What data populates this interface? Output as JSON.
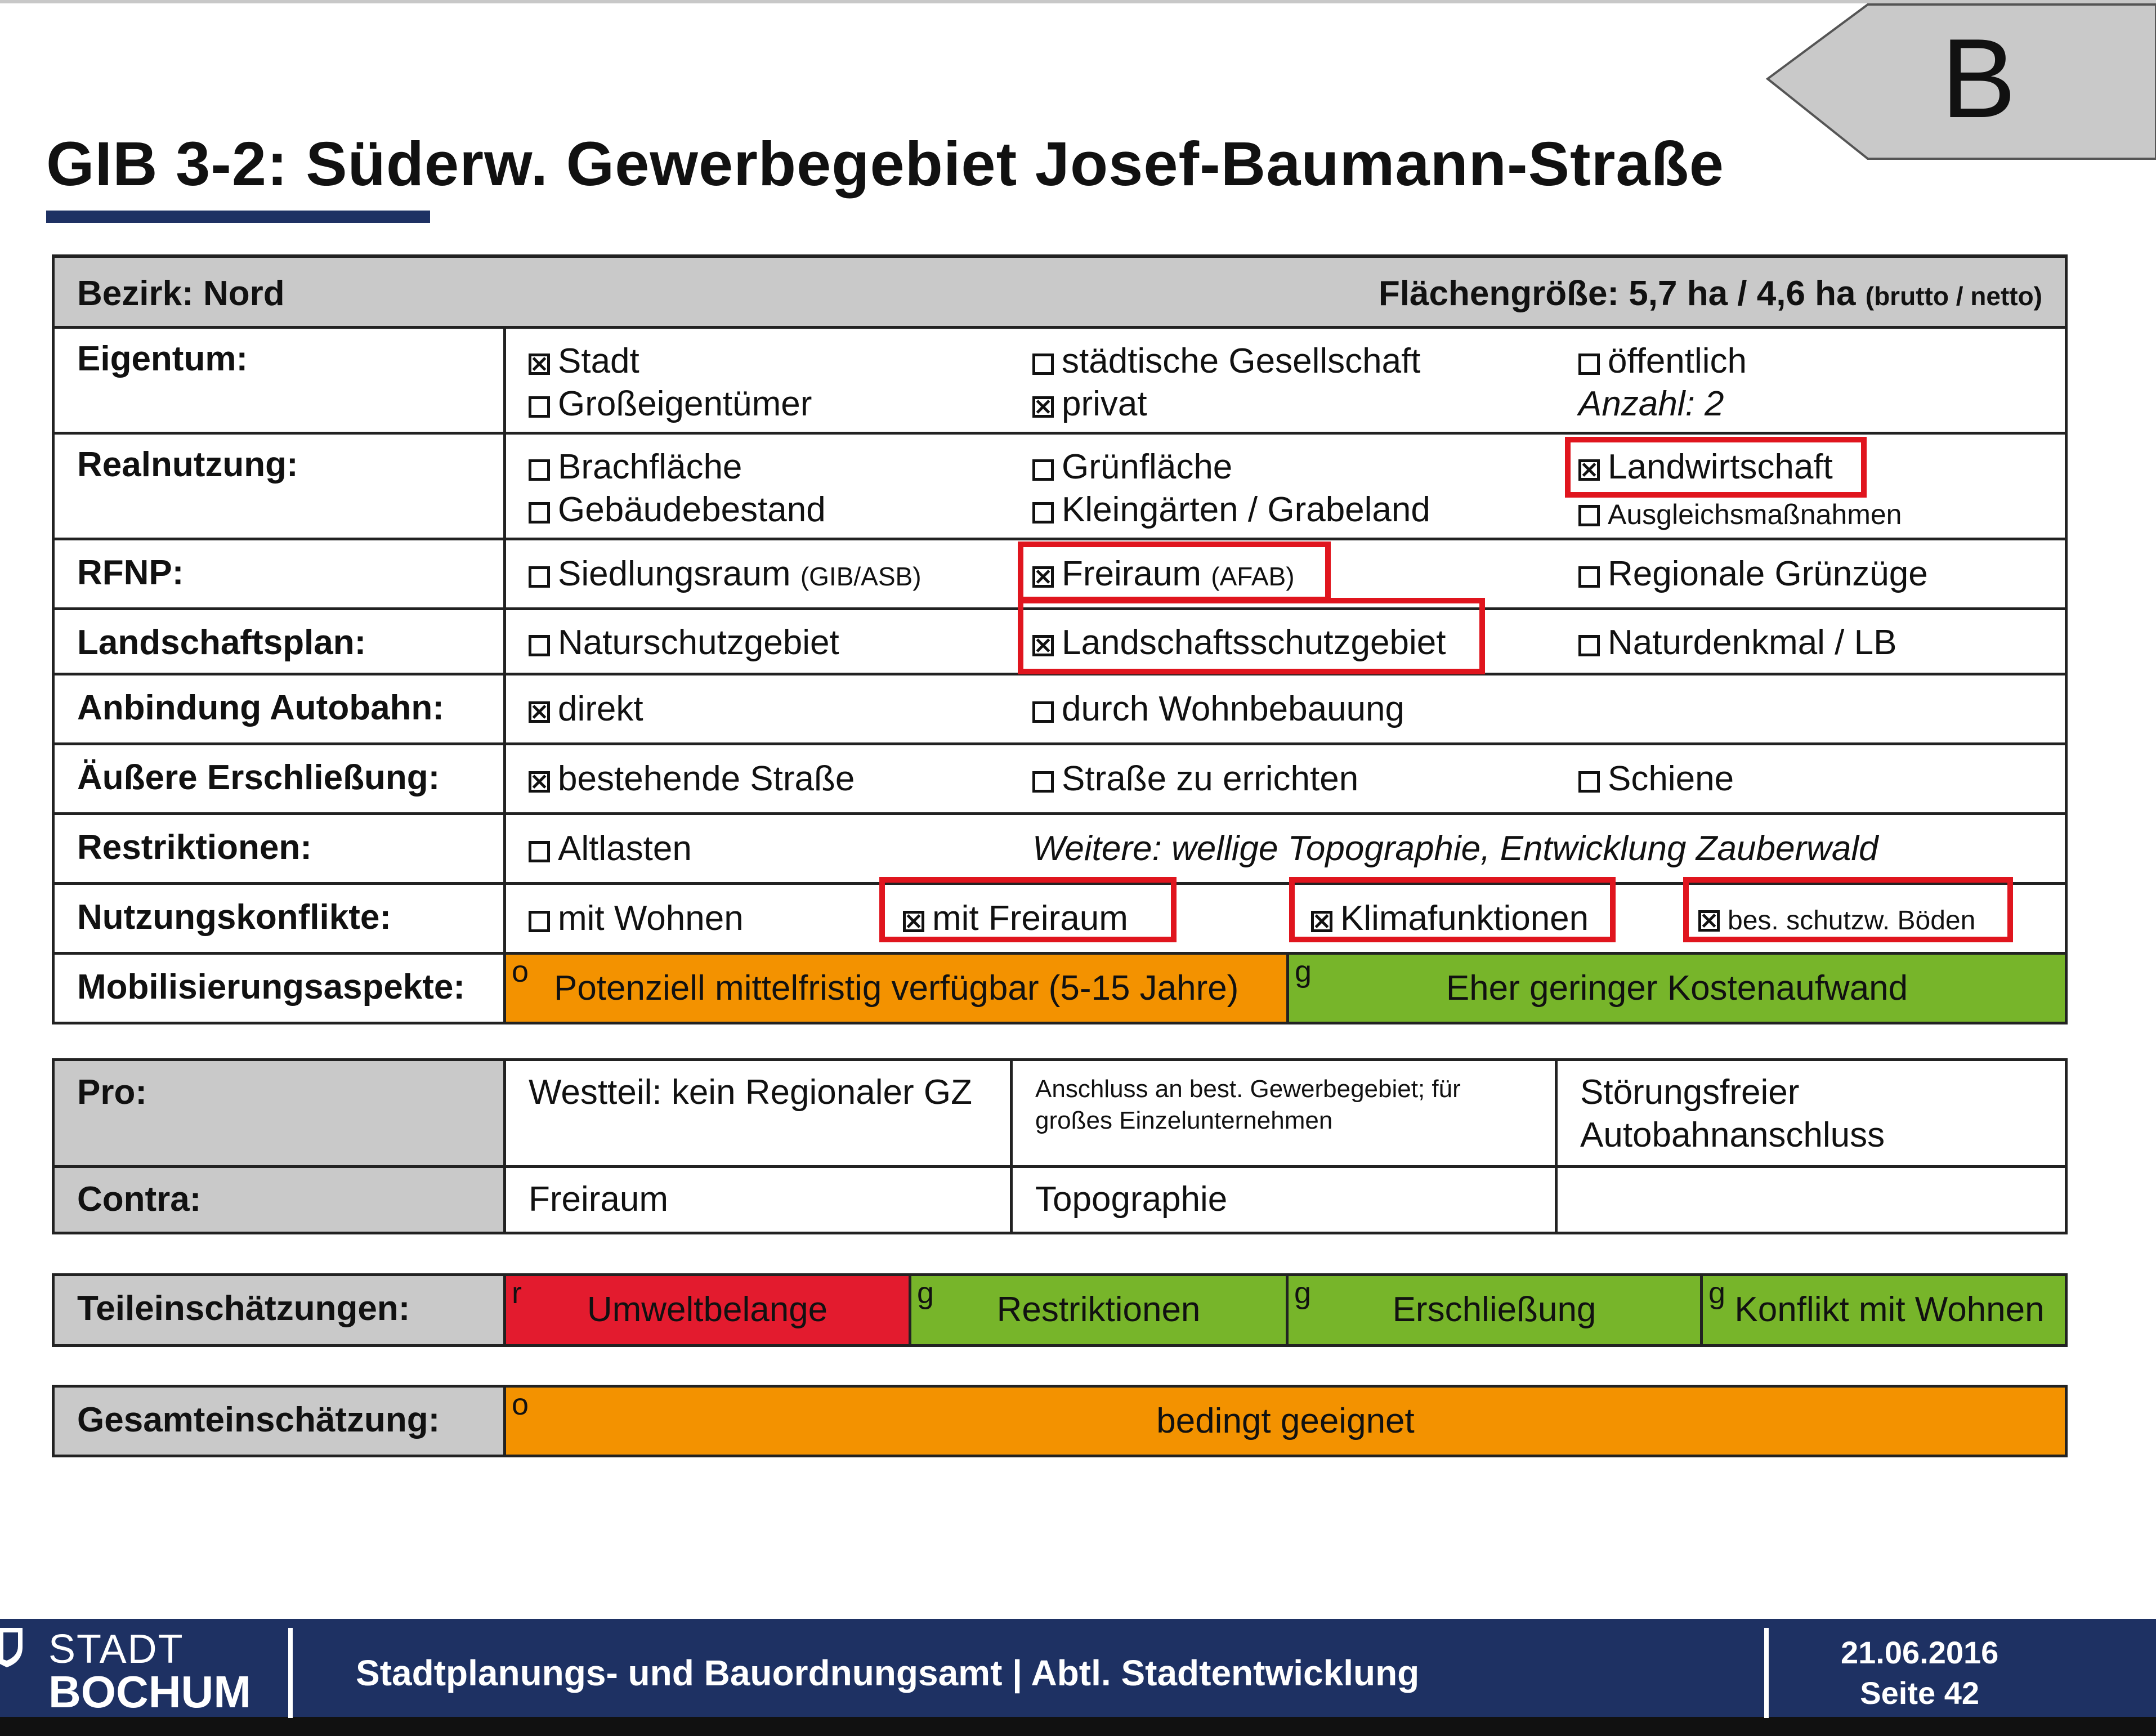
{
  "badge": "B",
  "title": "GIB 3-2: Süderw. Gewerbegebiet Josef-Baumann-Straße",
  "header": {
    "bezirk": "Bezirk: Nord",
    "flaeche": "Flächengröße: 5,7 ha / 4,6 ha",
    "flaeche_unit": "(brutto / netto)"
  },
  "eigentum": {
    "label": "Eigentum:",
    "stadt": "Stadt",
    "grosseigentuemer": "Großeigentümer",
    "staedtische": "städtische Gesellschaft",
    "privat": "privat",
    "oeffentlich": "öffentlich",
    "anzahl": "Anzahl: 2"
  },
  "realnutzung": {
    "label": "Realnutzung:",
    "brachflaeche": "Brachfläche",
    "gebaeudebestand": "Gebäudebestand",
    "gruenflaeche": "Grünfläche",
    "kleingaerten": "Kleingärten / Grabeland",
    "landwirtschaft": "Landwirtschaft",
    "ausgleich": "Ausgleichsmaßnahmen"
  },
  "rfnp": {
    "label": "RFNP:",
    "siedlungsraum": "Siedlungsraum",
    "siedlungsraum_note": "(GIB/ASB)",
    "freiraum": "Freiraum",
    "freiraum_note": "(AFAB)",
    "gruenzuege": "Regionale Grünzüge"
  },
  "landschaftsplan": {
    "label": "Landschaftsplan:",
    "naturschutz": "Naturschutzgebiet",
    "landschaftsschutz": "Landschaftsschutzgebiet",
    "naturdenkmal": "Naturdenkmal / LB"
  },
  "autobahn": {
    "label": "Anbindung Autobahn:",
    "direkt": "direkt",
    "wohnbebauung": "durch Wohnbebauung"
  },
  "erschliessung": {
    "label": "Äußere Erschließung:",
    "bestehend": "bestehende Straße",
    "errichten": "Straße zu errichten",
    "schiene": "Schiene"
  },
  "restriktionen": {
    "label": "Restriktionen:",
    "altlasten": "Altlasten",
    "weitere": "Weitere: wellige Topographie, Entwicklung Zauberwald"
  },
  "konflikte": {
    "label": "Nutzungskonflikte:",
    "wohnen": "mit Wohnen",
    "freiraum": "mit Freiraum",
    "klima": "Klimafunktionen",
    "boeden": "bes. schutzw. Böden"
  },
  "mobilisierung": {
    "label": "Mobilisierungsaspekte:",
    "a_mark": "o",
    "a_text": "Potenziell mittelfristig verfügbar (5-15 Jahre)",
    "b_mark": "g",
    "b_text": "Eher geringer Kostenaufwand"
  },
  "pro": {
    "label": "Pro:",
    "c1": "Westteil: kein Regionaler GZ",
    "c2": "Anschluss an best. Gewerbegebiet; für großes Einzelunternehmen",
    "c3": "Störungsfreier Autobahnanschluss"
  },
  "contra": {
    "label": "Contra:",
    "c1": "Freiraum",
    "c2": "Topographie",
    "c3": ""
  },
  "teil": {
    "label": "Teileinschätzungen:",
    "items": [
      {
        "mark": "r",
        "text": "Umweltbelange"
      },
      {
        "mark": "g",
        "text": "Restriktionen"
      },
      {
        "mark": "g",
        "text": "Erschließung"
      },
      {
        "mark": "g",
        "text": "Konflikt mit Wohnen"
      }
    ]
  },
  "gesamt": {
    "label": "Gesamteinschätzung:",
    "mark": "o",
    "text": "bedingt geeignet"
  },
  "footer": {
    "logo_line1": "STADT",
    "logo_line2": "BOCHUM",
    "org": "Stadtplanungs- und Bauordnungsamt | Abtl. Stadtentwicklung",
    "date": "21.06.2016",
    "page": "Seite 42"
  },
  "colors": {
    "orange": "#f39200",
    "green": "#77b52a",
    "red": "#e31b2e",
    "navy": "#1e3163",
    "highlight": "#e0151e"
  }
}
